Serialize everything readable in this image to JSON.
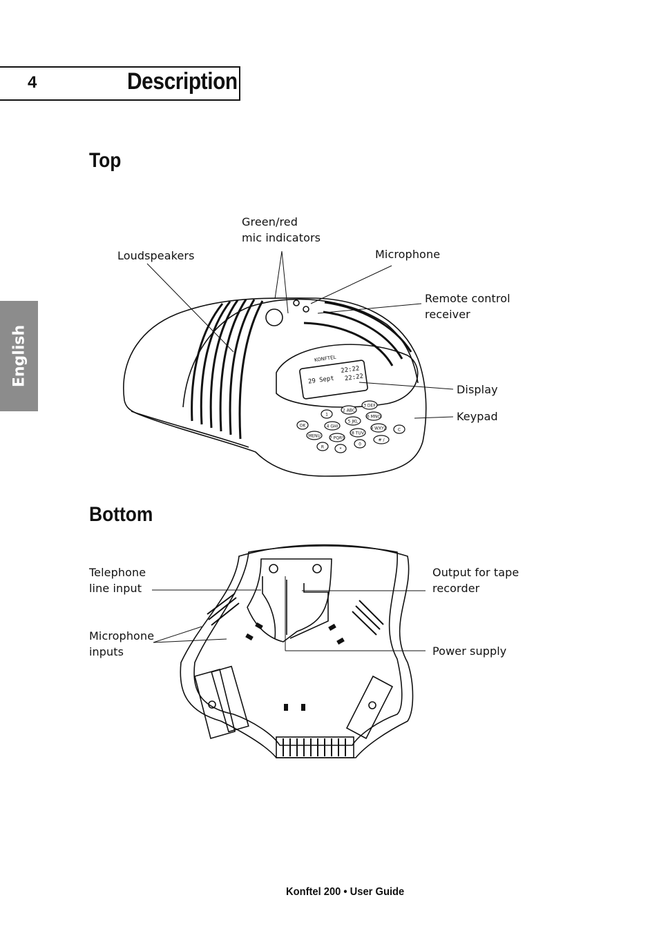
{
  "header": {
    "page_number": "4",
    "title": "Description"
  },
  "side_tab": {
    "label": "English"
  },
  "sections": {
    "top": "Top",
    "bottom": "Bottom"
  },
  "top_labels": {
    "mic_indicators": "Green/red\nmic indicators",
    "loudspeakers": "Loudspeakers",
    "microphone": "Microphone",
    "remote": "Remote control\nreceiver",
    "display": "Display",
    "keypad": "Keypad"
  },
  "display_screen": {
    "date": "29 Sept",
    "time": "22:22",
    "timer": "22:22"
  },
  "device_brand": "KONFTEL",
  "keypad": {
    "keys": [
      "OK",
      "1",
      "2 ABC",
      "3 DEF",
      "4 GHI",
      "5 JKL",
      "6 MNO",
      "7 PQRS",
      "8 TUV",
      "9 WXYZ",
      "MENU",
      "R",
      "*",
      "0",
      "# /",
      "C"
    ]
  },
  "bottom_labels": {
    "line_input": "Telephone\nline input",
    "mic_inputs": "Microphone\ninputs",
    "tape_output": "Output for tape\nrecorder",
    "power": "Power supply"
  },
  "footer": {
    "text": "Konftel 200 • User Guide"
  }
}
